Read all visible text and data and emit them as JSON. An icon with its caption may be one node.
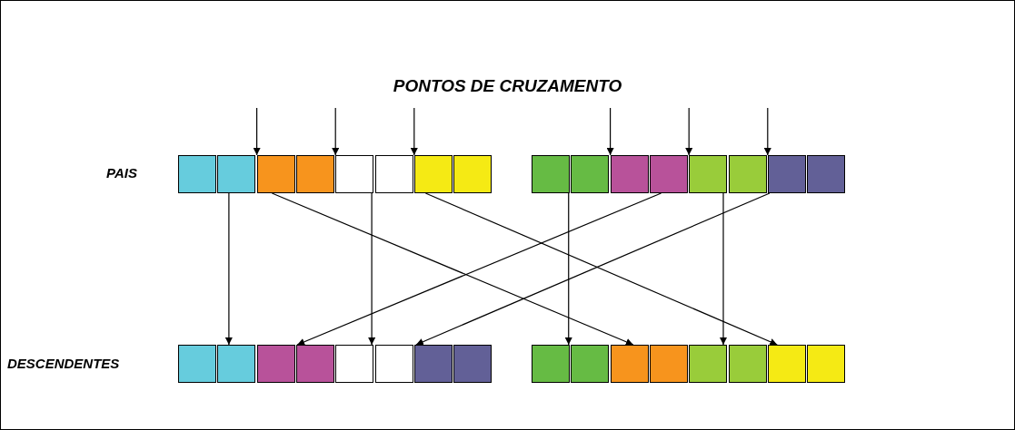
{
  "diagram": {
    "title": "PONTOS DE CRUZAMENTO",
    "nodes": [
      {
        "text": [],
        "shape": "box"
      },
      {
        "text": [],
        "shape": "box"
      },
      {
        "text": [],
        "shape": "box"
      },
      {
        "text": [],
        "shape": "box"
      },
      {
        "text": [],
        "shape": "box"
      },
      {
        "text": [],
        "shape": "box"
      },
      {
        "text": [],
        "shape": "box"
      },
      {
        "text": [],
        "shape": "box"
      },
      {
        "text": [],
        "shape": "box"
      },
      {
        "text": [],
        "shape": "box"
      },
      {
        "text": [],
        "shape": "box"
      },
      {
        "text": [],
        "shape": "box"
      },
      {
        "text": [],
        "shape": "box"
      },
      {
        "text": [],
        "shape": "box"
      },
      {
        "text": [],
        "shape": "box"
      },
      {
        "text": [],
        "shape": "box"
      },
      {
        "text": [],
        "shape": "box"
      },
      {
        "text": [],
        "shape": "box"
      },
      {
        "text": [],
        "shape": "box"
      },
      {
        "text": [],
        "shape": "box"
      },
      {
        "text": [],
        "shape": "box"
      },
      {
        "text": [],
        "shape": "box"
      },
      {
        "text": [],
        "shape": "box"
      },
      {
        "text": [],
        "shape": "box"
      },
      {
        "text": [],
        "shape": "box"
      },
      {
        "text": [],
        "shape": "box"
      },
      {
        "text": [],
        "shape": "box"
      },
      {
        "text": [],
        "shape": "box"
      },
      {
        "text": [],
        "shape": "box"
      },
      {
        "text": [],
        "shape": "box"
      },
      {
        "text": [],
        "shape": "box"
      },
      {
        "text": [],
        "shape": "box"
      }
    ],
    "edges": [
      {
        "from": null,
        "to": 2,
        "arrow": "to"
      },
      {
        "from": null,
        "to": 4,
        "arrow": "to"
      },
      {
        "from": null,
        "to": 6,
        "arrow": "to"
      },
      {
        "from": null,
        "to": 10,
        "arrow": "to"
      },
      {
        "from": null,
        "to": 12,
        "arrow": "to"
      },
      {
        "from": null,
        "to": 14,
        "arrow": "to"
      },
      {
        "from": 1,
        "to": 17,
        "arrow": "to"
      },
      {
        "from": 2,
        "to": 26,
        "arrow": "to"
      },
      {
        "from": 4,
        "to": 20,
        "arrow": "to"
      },
      {
        "from": 6,
        "to": 30,
        "arrow": "to"
      },
      {
        "from": 8,
        "to": 24,
        "arrow": "to"
      },
      {
        "from": 11,
        "to": 19,
        "arrow": "to"
      },
      {
        "from": 12,
        "to": 28,
        "arrow": "to"
      },
      {
        "from": 14,
        "to": 22,
        "arrow": "to"
      }
    ],
    "labels": [
      "PAIS",
      "DESCENDENTES"
    ]
  }
}
